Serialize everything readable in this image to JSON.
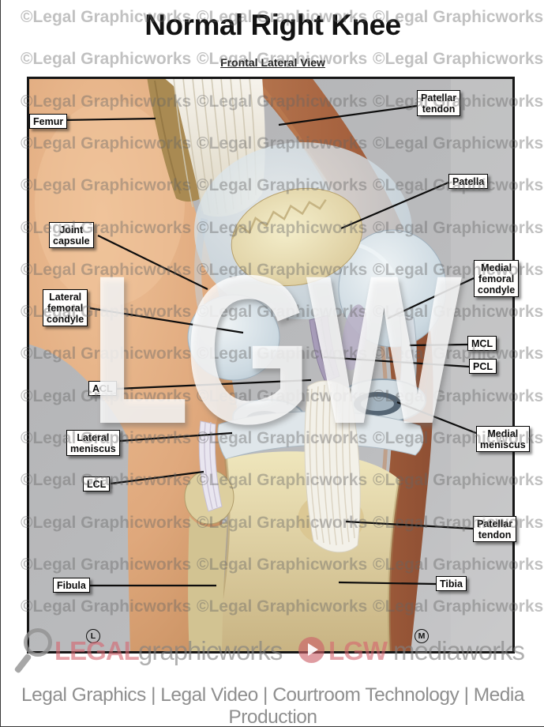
{
  "title": "Normal Right Knee",
  "subtitle": "Frontal Lateral View",
  "watermark": {
    "tile_text": "©Legal Graphicworks",
    "center_text": "LGW"
  },
  "figure": {
    "labels": [
      {
        "id": "femur",
        "text": "Femur"
      },
      {
        "id": "patellar-tendon-top",
        "text": "Patellar\ntendon"
      },
      {
        "id": "patella",
        "text": "Patella"
      },
      {
        "id": "joint-capsule",
        "text": "Joint\ncapsule"
      },
      {
        "id": "medial-femoral-condyle",
        "text": "Medial\nfemoral\ncondyle"
      },
      {
        "id": "lateral-femoral-condyle",
        "text": "Lateral\nfemoral\ncondyle"
      },
      {
        "id": "mcl",
        "text": "MCL"
      },
      {
        "id": "pcl",
        "text": "PCL"
      },
      {
        "id": "acl",
        "text": "ACL"
      },
      {
        "id": "medial-meniscus",
        "text": "Medial\nmeniscus"
      },
      {
        "id": "lateral-meniscus",
        "text": "Lateral\nmeniscus"
      },
      {
        "id": "lcl",
        "text": "LCL"
      },
      {
        "id": "patellar-tendon-bottom",
        "text": "Patellar\ntendon"
      },
      {
        "id": "fibula",
        "text": "Fibula"
      },
      {
        "id": "tibia",
        "text": "Tibia"
      }
    ],
    "orientation_markers": [
      {
        "id": "lateral",
        "text": "L"
      },
      {
        "id": "medial",
        "text": "M"
      }
    ]
  },
  "footer": {
    "brand1_accent": "LEGAL",
    "brand1_rest": "graphicworks",
    "brand2_accent": "LGW",
    "brand2_rest": "mediaworks",
    "tagline": "Legal Graphics | Legal Video | Courtroom Technology | Media Production"
  },
  "colors": {
    "accent_pink": "#d6646e",
    "watermark_gray": "#646464",
    "skin": "#e2ab7e",
    "dark_skin": "#a9613f",
    "bone": "#e7dcae",
    "cartilage": "#c3d2dd",
    "background_gray": "#b8b8ba"
  }
}
